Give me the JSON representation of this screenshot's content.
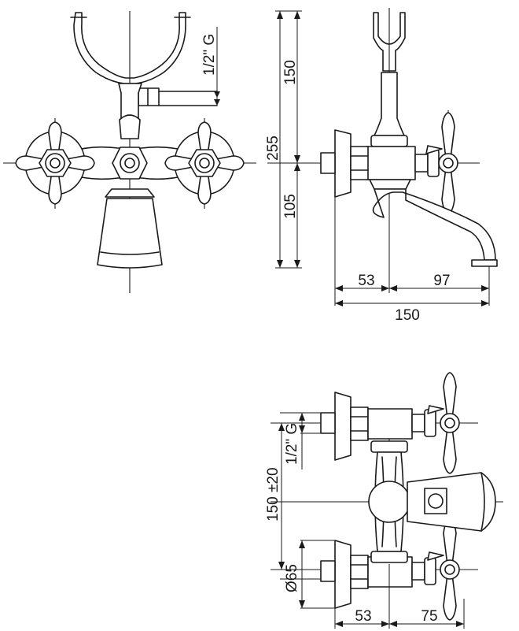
{
  "front_view": {
    "thread_label": "1/2\" G"
  },
  "side_view": {
    "total_height": "255",
    "upper_height": "150",
    "lower_height": "105",
    "width_left": "53",
    "width_right": "97",
    "total_width": "150"
  },
  "top_view": {
    "thread_label": "1/2\" G",
    "centers_label": "150 ±20",
    "diameter_label": "Ø65",
    "width_left": "53",
    "width_right": "75"
  }
}
